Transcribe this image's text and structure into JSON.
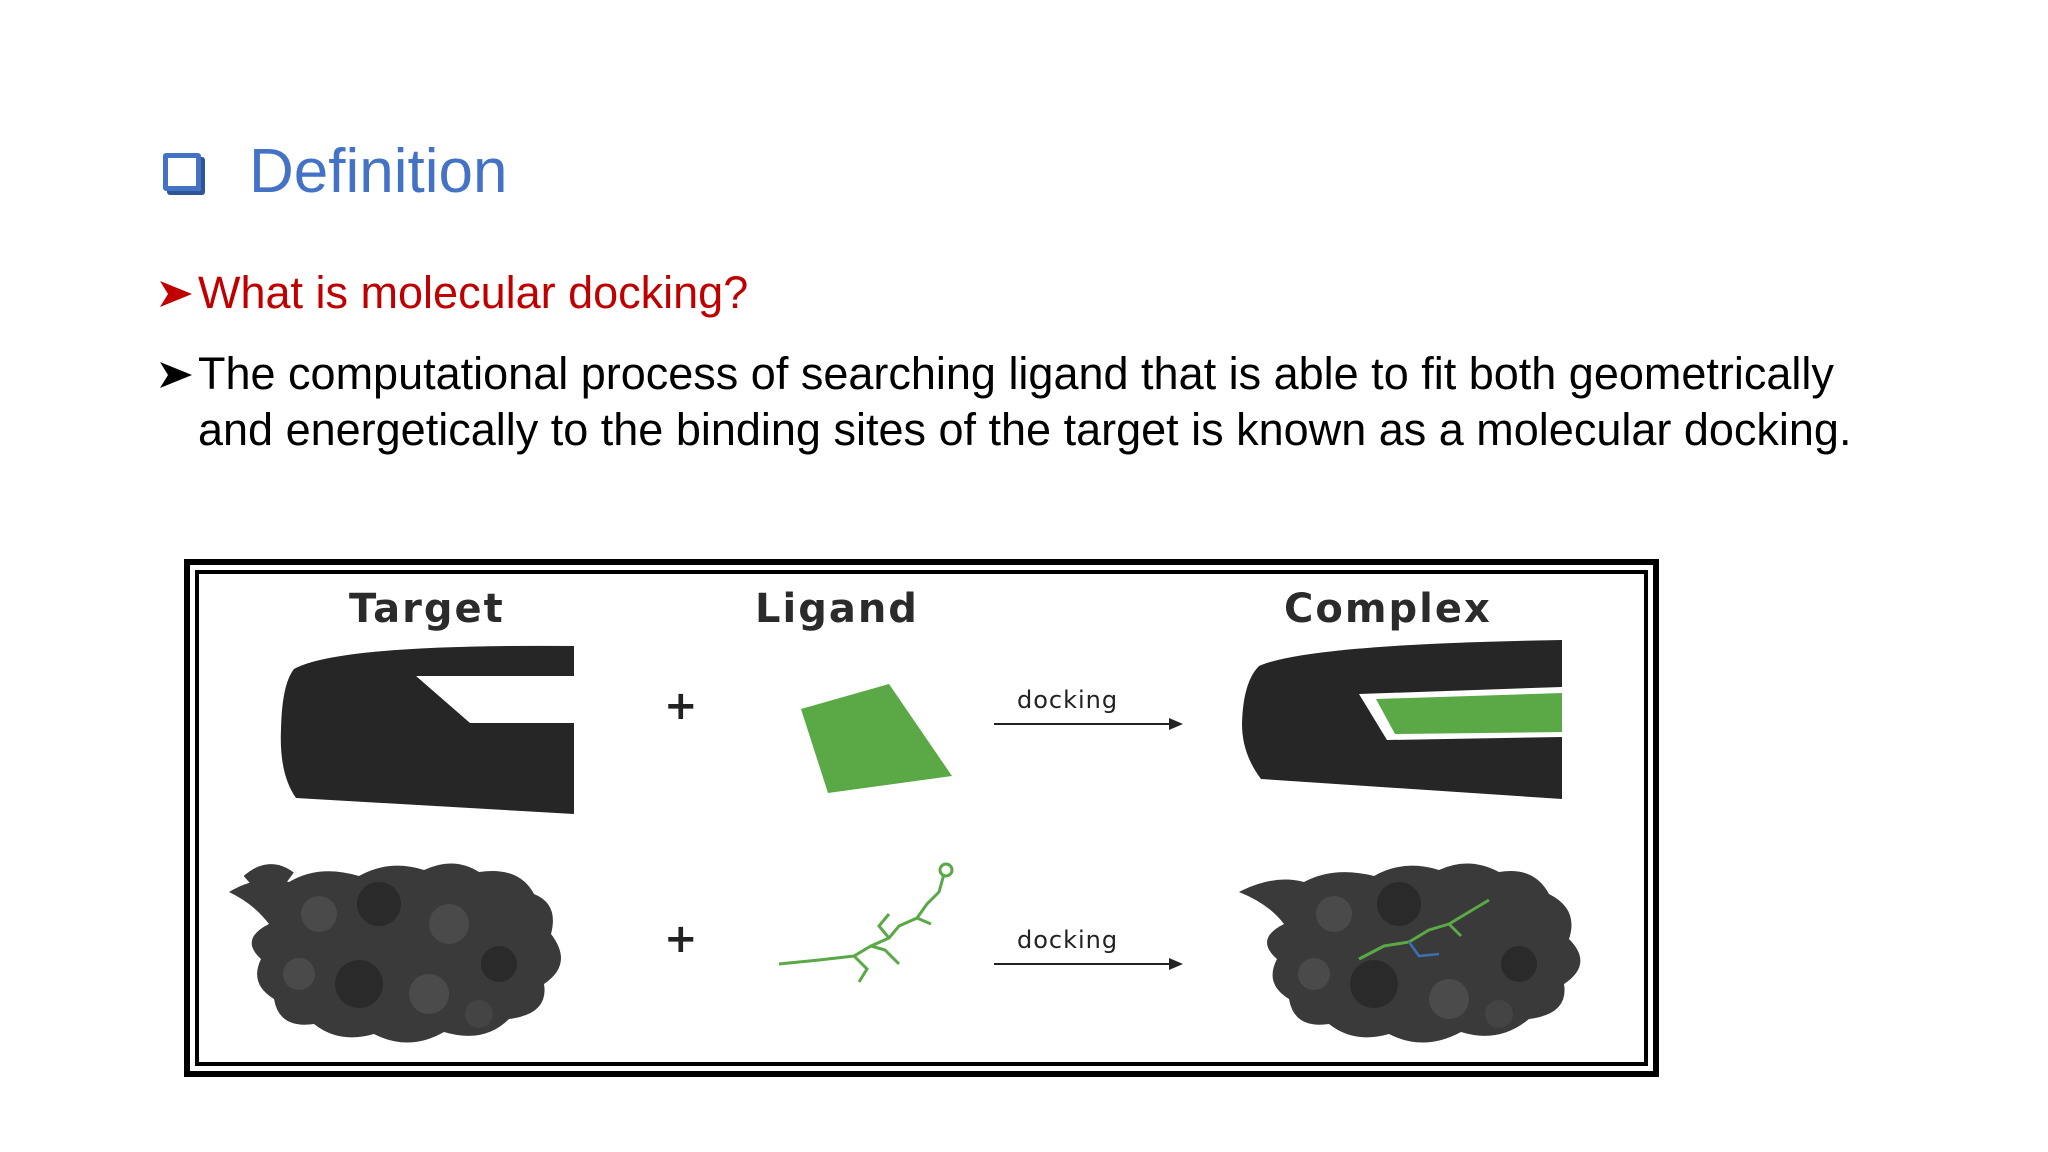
{
  "heading": {
    "icon": "checkbox-square-icon",
    "text": "Definition",
    "color": "#4472c4"
  },
  "bullets": [
    {
      "icon": "arrow-bullet-icon",
      "text": "What is molecular docking?",
      "color": "#c00000"
    },
    {
      "icon": "arrow-bullet-icon",
      "text": "The computational process of searching ligand that is able to fit both geometrically and energetically to the binding sites of the target is known as a molecular docking.",
      "color": "#000000"
    }
  ],
  "figure": {
    "labels": {
      "target": "Target",
      "ligand": "Ligand",
      "complex": "Complex"
    },
    "operators": {
      "plus": "+",
      "docking": "docking"
    },
    "colors": {
      "shape": "#262626",
      "ligand": "#5aa846",
      "protein": "#333333"
    }
  }
}
